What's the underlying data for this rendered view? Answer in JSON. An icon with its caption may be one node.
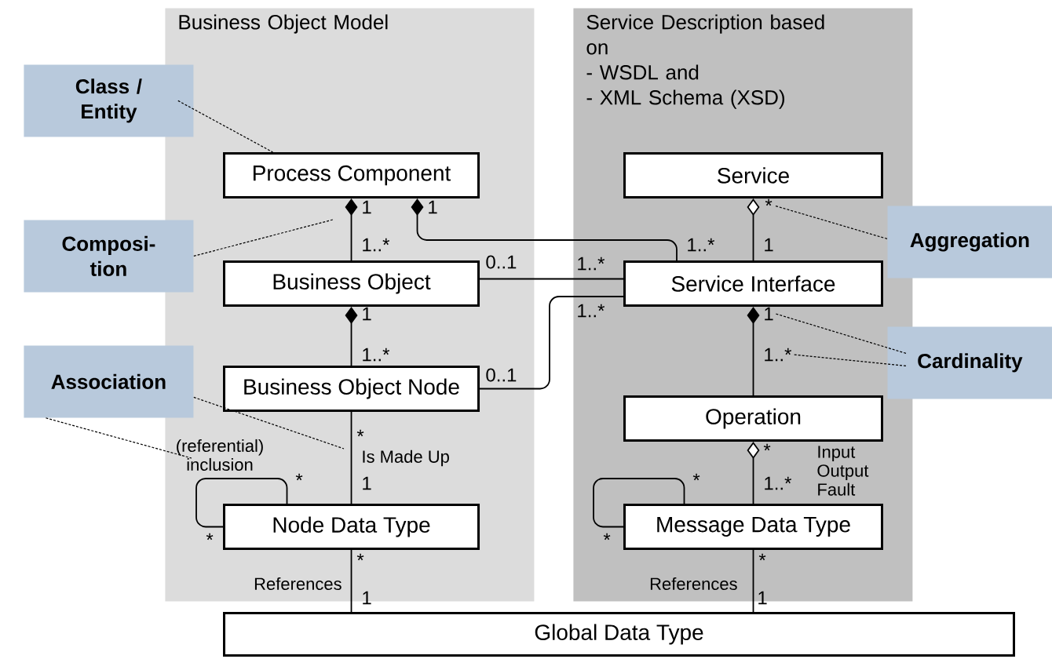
{
  "diagram": {
    "nodes": [
      {
        "text": [
          "Business Object Model"
        ]
      },
      {
        "text": [
          "Service Description based on",
          "- WSDL and",
          "- XML Schema (XSD)"
        ]
      },
      {
        "text": [
          "Process Component"
        ],
        "in": 0
      },
      {
        "text": [
          "Business Object"
        ],
        "in": 0
      },
      {
        "text": [
          "Business Object Node"
        ],
        "in": 0
      },
      {
        "text": [
          "Node Data Type"
        ],
        "in": 0
      },
      {
        "text": [
          "Service"
        ],
        "in": 1
      },
      {
        "text": [
          "Service Interface"
        ],
        "in": 1
      },
      {
        "text": [
          "Operation"
        ],
        "in": 1
      },
      {
        "text": [
          "Message Data Type"
        ],
        "in": 1
      },
      {
        "text": [
          "Global Data Type"
        ]
      },
      {
        "text": [
          "Class / Entity"
        ]
      },
      {
        "text": [
          "Composi- tion"
        ]
      },
      {
        "text": [
          "Association"
        ]
      },
      {
        "text": [
          "Aggregation"
        ]
      },
      {
        "text": [
          "Cardinality"
        ]
      },
      {
        "text": [
          "*"
        ],
        "in": 1
      },
      {
        "text": [
          "1"
        ],
        "in": 1
      },
      {
        "text": [
          "1..*"
        ],
        "in": 1
      }
    ],
    "edges": [
      {
        "from": 2,
        "to": 3,
        "arrow": "other"
      },
      {
        "from": 2,
        "to": 7,
        "arrow": "other"
      },
      {
        "from": 3,
        "to": 7,
        "arrow": "none"
      },
      {
        "from": 3,
        "to": 4,
        "arrow": "other"
      },
      {
        "from": 4,
        "to": 7,
        "arrow": "none"
      },
      {
        "from": 4,
        "to": 5,
        "arrow": "none",
        "label": "Is Made Up"
      },
      {
        "from": 5,
        "to": 5,
        "arrow": "none",
        "label": "(referential) inclusion"
      },
      {
        "from": 6,
        "to": 7,
        "arrow": "other"
      },
      {
        "from": 7,
        "to": 8,
        "arrow": "other"
      },
      {
        "from": 8,
        "to": 9,
        "arrow": "other",
        "label": "Input Output Fault"
      },
      {
        "from": 9,
        "to": 9,
        "arrow": "none"
      },
      {
        "from": 5,
        "to": 10,
        "arrow": "none",
        "label": "References"
      },
      {
        "from": 9,
        "to": 10,
        "arrow": "none",
        "label": "References"
      },
      {
        "from": 11,
        "to": 2,
        "arrow": "none",
        "style": "dashed"
      },
      {
        "from": 12,
        "to": null,
        "arrow": "none",
        "style": "dashed"
      },
      {
        "from": 13,
        "to": null,
        "arrow": "none",
        "style": "dashed"
      },
      {
        "from": 13,
        "to": null,
        "arrow": "none",
        "style": "dashed"
      },
      {
        "from": 14,
        "to": 16,
        "arrow": "none",
        "style": "dashed"
      },
      {
        "from": 15,
        "to": 17,
        "arrow": "none",
        "style": "dashed"
      },
      {
        "from": 15,
        "to": 18,
        "arrow": "none",
        "style": "dashed"
      }
    ],
    "labels": [
      "1",
      "1",
      "1..*",
      "1..*",
      "1",
      "0..1",
      "1..*",
      "1",
      "1..*",
      "1..*",
      "0..1",
      "*",
      "*",
      "*",
      "1",
      "*",
      "1..*",
      "*",
      "*",
      "*",
      "*",
      "1",
      "1"
    ]
  }
}
